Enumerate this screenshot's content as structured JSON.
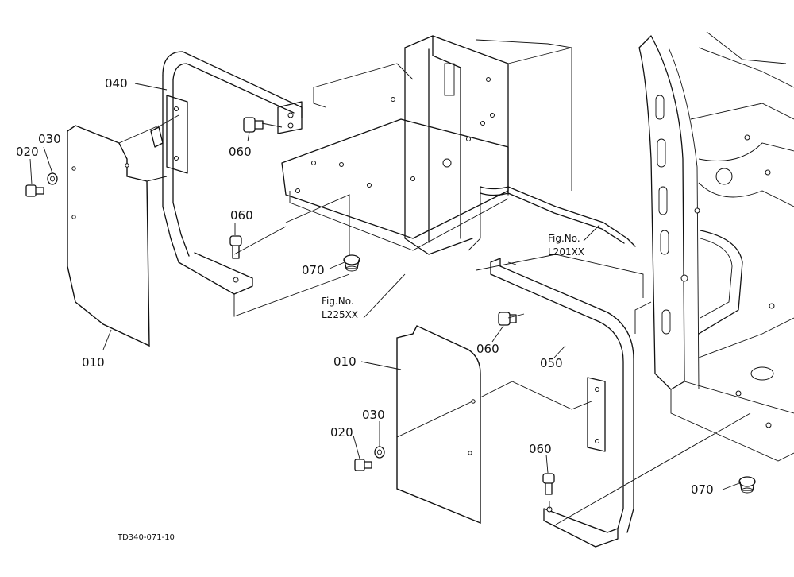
{
  "callouts": {
    "c010_left": "010",
    "c020_left": "020",
    "c030_left": "030",
    "c040": "040",
    "c060_upper": "060",
    "c060_middle": "060",
    "c070_center": "070",
    "c010_right": "010",
    "c020_right": "020",
    "c030_right": "030",
    "c050": "050",
    "c060_right": "060",
    "c060_lower": "060",
    "c070_right": "070"
  },
  "references": {
    "ref1_line1": "Fig.No.",
    "ref1_line2": "L201XX",
    "ref2_line1": "Fig.No.",
    "ref2_line2": "L225XX"
  },
  "drawing_code": "TD340-071-10"
}
